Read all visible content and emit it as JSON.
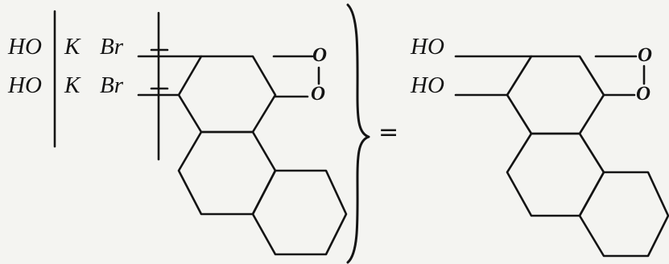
{
  "reactant": {
    "row1": {
      "hydroxyl": "HO",
      "reagent_k": "K",
      "reagent_br": "Br"
    },
    "row2": {
      "hydroxyl": "HO",
      "reagent_k": "K",
      "reagent_br": "Br"
    },
    "oxygen_top": "O",
    "oxygen_bottom": "O"
  },
  "operator": "=",
  "product": {
    "hydroxyl_top": "HO",
    "hydroxyl_bottom": "HO",
    "oxygen_top": "O",
    "oxygen_bottom": "O"
  },
  "colors": {
    "ink": "#141414",
    "paper": "#f4f4f1"
  }
}
